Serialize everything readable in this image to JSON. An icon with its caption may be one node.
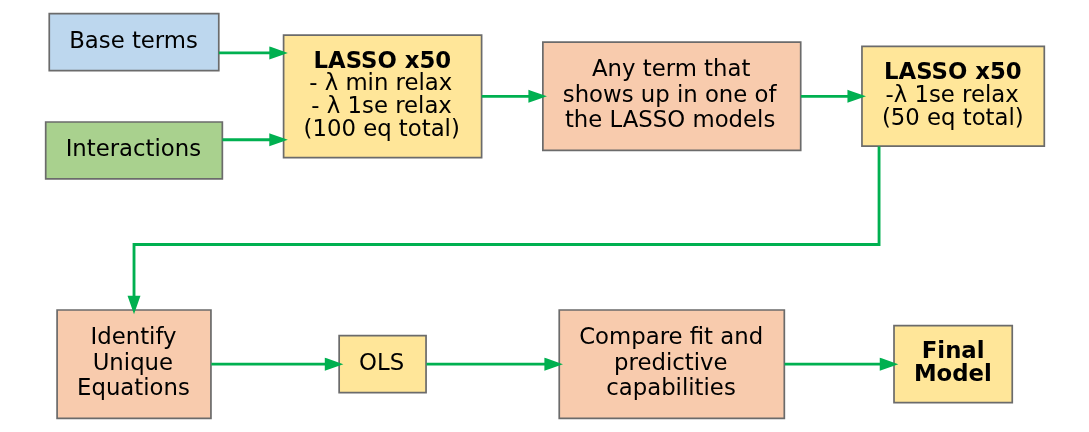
{
  "diagram": {
    "nodes": [
      {
        "text": [
          "Base terms"
        ]
      },
      {
        "text": [
          "Interactions"
        ]
      },
      {
        "text": [
          "LASSO x50",
          "- λ min relax",
          "- λ 1se relax",
          "(100 eq total)"
        ]
      },
      {
        "text": [
          "Any term that shows up in one of the LASSO models"
        ]
      },
      {
        "text": [
          "LASSO x50",
          "-λ 1se relax",
          "(50 eq total)"
        ]
      },
      {
        "text": [
          "Identify Unique Equations"
        ]
      },
      {
        "text": [
          "OLS"
        ]
      },
      {
        "text": [
          "Compare fit and predictive capabilities"
        ]
      },
      {
        "text": [
          "Final Model"
        ]
      }
    ],
    "edges": [
      {
        "from": 0,
        "to": 2,
        "arrow": "to"
      },
      {
        "from": 1,
        "to": 2,
        "arrow": "to"
      },
      {
        "from": 2,
        "to": 3,
        "arrow": "to"
      },
      {
        "from": 3,
        "to": 4,
        "arrow": "to"
      },
      {
        "from": 4,
        "to": 5,
        "arrow": "to"
      },
      {
        "from": 5,
        "to": 6,
        "arrow": "to"
      },
      {
        "from": 6,
        "to": 7,
        "arrow": "to"
      },
      {
        "from": 7,
        "to": 8,
        "arrow": "to"
      }
    ]
  }
}
